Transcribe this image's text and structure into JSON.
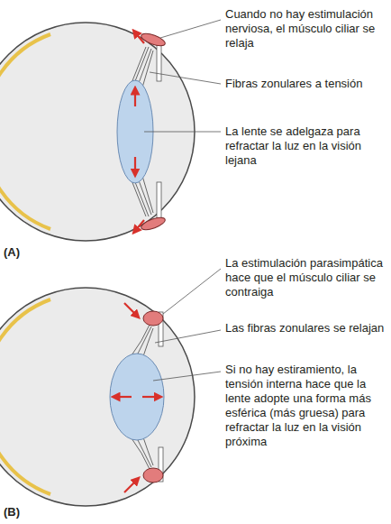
{
  "diagram": {
    "labels": [
      "Cuando no hay estimulación nerviosa, el músculo ciliar se relaja",
      "Fibras zonulares a tensión",
      "La lente se adelgaza para refractar la luz en la visión lejana",
      "(A)",
      "La estimulación parasimpática hace que el músculo ciliar se contraiga",
      "Las fibras zonulares se relajan",
      "Si no hay estiramiento, la tensión interna hace que la lente adopte una forma más esférica (más gruesa) para refractar la luz en la visión próxima",
      "(B)"
    ]
  }
}
